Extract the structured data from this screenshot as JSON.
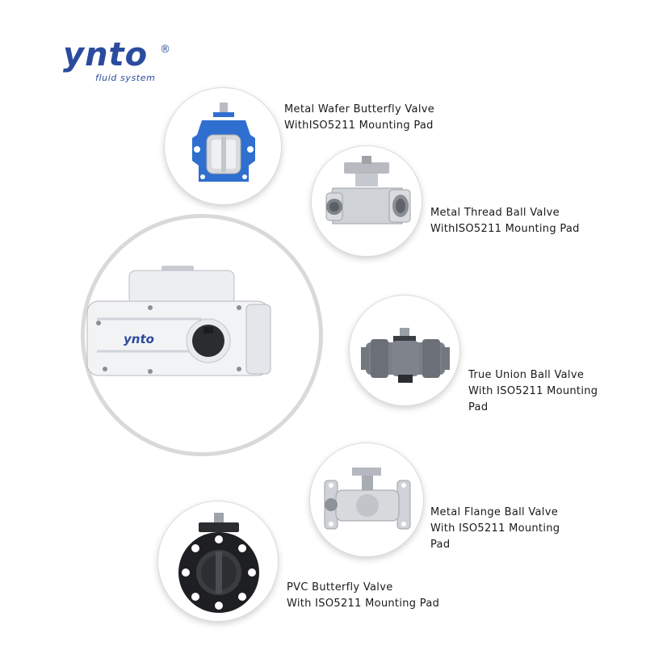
{
  "logo": {
    "word": "ynto",
    "registered": "®",
    "tagline": "fluid system"
  },
  "actuator": {
    "badge": "ynto"
  },
  "products": [
    {
      "line1": "Metal Wafer Butterfly Valve",
      "line2": "WithISO5211 Mounting Pad",
      "line3": ""
    },
    {
      "line1": "Metal Thread Ball Valve",
      "line2": "WithISO5211 Mounting Pad",
      "line3": ""
    },
    {
      "line1": "True Union Ball Valve",
      "line2": "With ISO5211 Mounting",
      "line3": "Pad"
    },
    {
      "line1": "Metal Flange Ball Valve",
      "line2": "With ISO5211 Mounting",
      "line3": "Pad"
    },
    {
      "line1": "PVC Butterfly Valve",
      "line2": "With ISO5211 Mounting Pad",
      "line3": ""
    }
  ],
  "colors": {
    "brand": "#2b4b9e",
    "valve_blue": "#2f6fd0",
    "metal": "#c9ccd1",
    "pvc_gray": "#7b7f87",
    "pvc_black": "#1e1f22"
  }
}
